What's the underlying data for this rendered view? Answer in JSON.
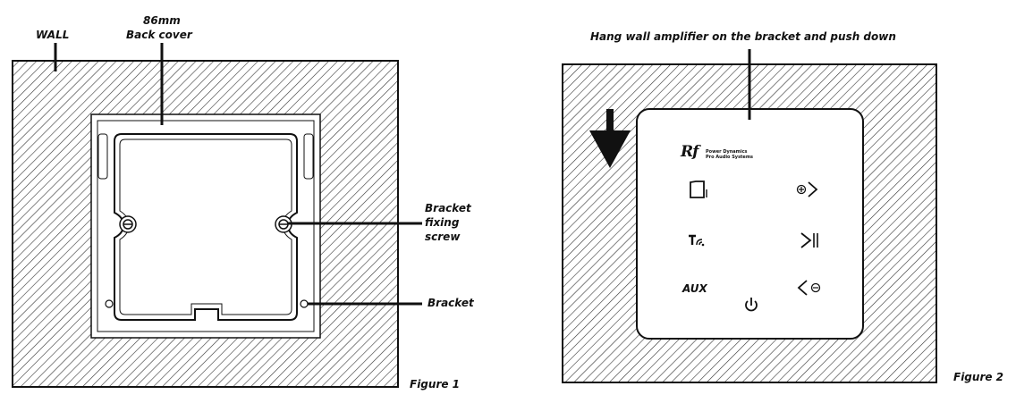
{
  "figure1": {
    "wall_label": "WALL",
    "back_cover_size": "86mm",
    "back_cover_label": "Back cover",
    "screw_label_line1": "Bracket",
    "screw_label_line2": "fixing",
    "screw_label_line3": "screw",
    "bracket_label": "Bracket",
    "caption": "Figure 1"
  },
  "figure2": {
    "instruction": "Hang wall amplifier on the bracket and push down",
    "brand_logo": "Rf",
    "brand_text_line1": "Power Dynamics",
    "brand_text_line2": "Pro Audio Systems",
    "aux_label": "AUX",
    "caption": "Figure 2",
    "icons": [
      "sd-card-icon",
      "volume-up-icon",
      "fm-radio-icon",
      "play-pause-icon",
      "power-icon",
      "volume-down-icon"
    ]
  },
  "colors": {
    "ink": "#111111",
    "hatch": "#333333",
    "background": "#ffffff"
  }
}
